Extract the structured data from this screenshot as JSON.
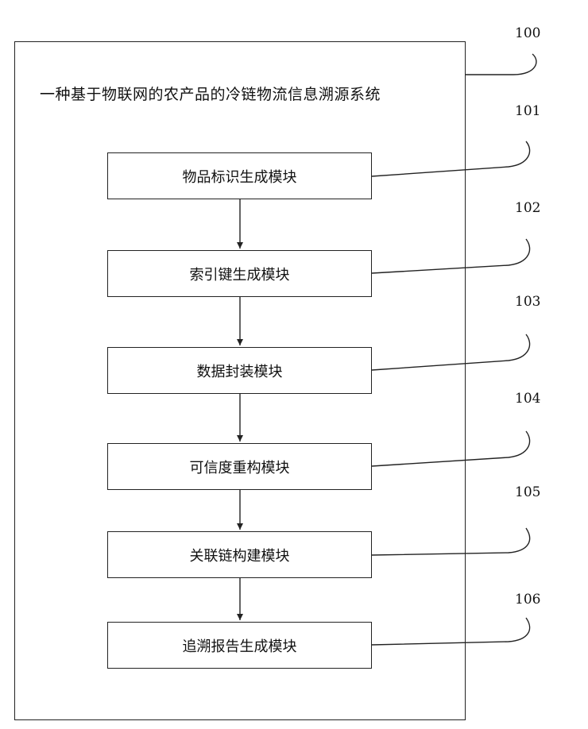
{
  "diagram": {
    "system_ref": "100",
    "system_title": "一种基于物联网的农产品的冷链物流信息溯源系统",
    "modules": [
      {
        "ref": "101",
        "label": "物品标识生成模块"
      },
      {
        "ref": "102",
        "label": "索引键生成模块"
      },
      {
        "ref": "103",
        "label": "数据封装模块"
      },
      {
        "ref": "104",
        "label": "可信度重构模块"
      },
      {
        "ref": "105",
        "label": "关联链构建模块"
      },
      {
        "ref": "106",
        "label": "追溯报告生成模块"
      }
    ]
  }
}
